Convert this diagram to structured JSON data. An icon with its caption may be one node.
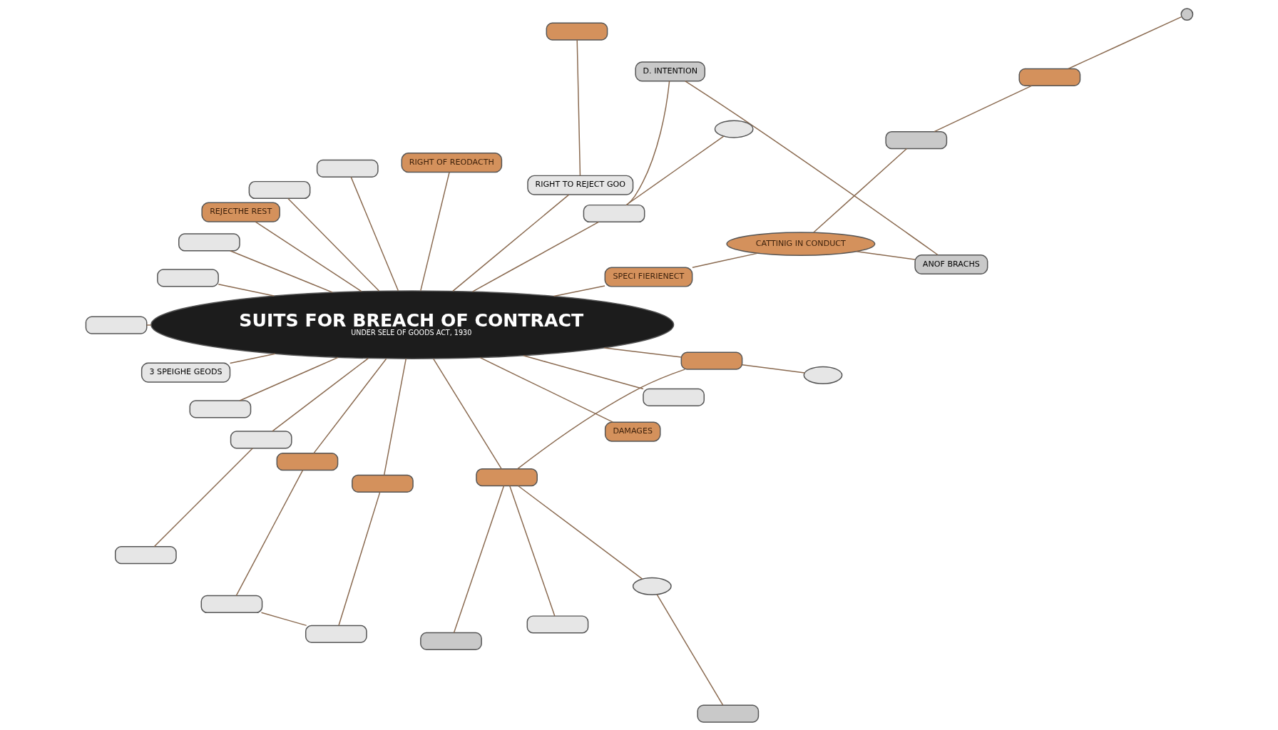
{
  "diagram": {
    "nodes": [
      {
        "text": [
          "SUITS FOR BREACH OF CONTRACT",
          "UNDER SELE OF GOODS ACT, 1930"
        ]
      },
      {
        "text": [
          "ANOF BRACHS"
        ]
      },
      {
        "text": [
          "CATTINIG IN CONDUCT"
        ]
      },
      {
        "text": [
          "SPECI FIERIENECT"
        ]
      },
      {
        "text": [],
        "shape": "box"
      },
      {
        "text": [],
        "shape": "box"
      },
      {
        "text": [],
        "shape": "circle"
      },
      {
        "text": [
          "D. INTENTION"
        ]
      },
      {
        "text": [],
        "shape": "ellipse"
      },
      {
        "text": [],
        "shape": "box"
      },
      {
        "text": [
          "RIGHT TO REJECT GOO"
        ]
      },
      {
        "text": [],
        "shape": "box"
      },
      {
        "text": [
          "RIGHT OF REODACTH"
        ]
      },
      {
        "text": [],
        "shape": "box"
      },
      {
        "text": [],
        "shape": "box"
      },
      {
        "text": [
          "REJECTHE REST"
        ]
      },
      {
        "text": [],
        "shape": "box"
      },
      {
        "text": [],
        "shape": "box"
      },
      {
        "text": [],
        "shape": "box"
      },
      {
        "text": [
          "3 SPEIGHE GEODS"
        ]
      },
      {
        "text": [],
        "shape": "box"
      },
      {
        "text": [],
        "shape": "box"
      },
      {
        "text": [],
        "shape": "box"
      },
      {
        "text": [],
        "shape": "box"
      },
      {
        "text": [],
        "shape": "box"
      },
      {
        "text": [],
        "shape": "box"
      },
      {
        "text": [],
        "shape": "box"
      },
      {
        "text": [],
        "shape": "box"
      },
      {
        "text": [
          "DAMAGES"
        ]
      },
      {
        "text": [],
        "shape": "box"
      },
      {
        "text": [],
        "shape": "box"
      },
      {
        "text": [],
        "shape": "ellipse"
      },
      {
        "text": [],
        "shape": "box"
      },
      {
        "text": [],
        "shape": "box"
      },
      {
        "text": [],
        "shape": "ellipse"
      },
      {
        "text": [],
        "shape": "box"
      }
    ],
    "edges": [
      {
        "from": 0,
        "to": 3,
        "arrow": "none"
      },
      {
        "from": 3,
        "to": 2,
        "arrow": "none"
      },
      {
        "from": 2,
        "to": 1,
        "arrow": "none"
      },
      {
        "from": 1,
        "to": 7,
        "arrow": "none"
      },
      {
        "from": 2,
        "to": 5,
        "arrow": "none"
      },
      {
        "from": 5,
        "to": 4,
        "arrow": "none"
      },
      {
        "from": 4,
        "to": 6,
        "arrow": "none"
      },
      {
        "from": 0,
        "to": 12,
        "arrow": "none"
      },
      {
        "from": 0,
        "to": 13,
        "arrow": "none"
      },
      {
        "from": 0,
        "to": 14,
        "arrow": "none"
      },
      {
        "from": 0,
        "to": 15,
        "arrow": "none"
      },
      {
        "from": 0,
        "to": 16,
        "arrow": "none"
      },
      {
        "from": 0,
        "to": 17,
        "arrow": "none"
      },
      {
        "from": 0,
        "to": 18,
        "arrow": "none"
      },
      {
        "from": 0,
        "to": 19,
        "arrow": "none"
      },
      {
        "from": 0,
        "to": 20,
        "arrow": "none"
      },
      {
        "from": 0,
        "to": 21,
        "arrow": "none"
      },
      {
        "from": 21,
        "to": 22,
        "arrow": "none"
      },
      {
        "from": 0,
        "to": 25,
        "arrow": "none"
      },
      {
        "from": 23,
        "to": 25,
        "arrow": "none"
      },
      {
        "from": 23,
        "to": 24,
        "arrow": "none"
      },
      {
        "from": 24,
        "to": 26,
        "arrow": "none"
      },
      {
        "from": 0,
        "to": 26,
        "arrow": "none"
      },
      {
        "from": 0,
        "to": 27,
        "arrow": "none"
      },
      {
        "from": 27,
        "to": 33,
        "arrow": "none"
      },
      {
        "from": 27,
        "to": 34,
        "arrow": "none"
      },
      {
        "from": 34,
        "to": 35,
        "arrow": "none"
      },
      {
        "from": 27,
        "to": 32,
        "arrow": "none"
      },
      {
        "from": 0,
        "to": 30,
        "arrow": "none"
      },
      {
        "from": 30,
        "to": 27,
        "arrow": "none"
      },
      {
        "from": 30,
        "to": 31,
        "arrow": "none"
      },
      {
        "from": 0,
        "to": 29,
        "arrow": "none"
      },
      {
        "from": 0,
        "to": 28,
        "arrow": "none"
      },
      {
        "from": 0,
        "to": 10,
        "arrow": "none"
      },
      {
        "from": 10,
        "to": 11,
        "arrow": "none"
      },
      {
        "from": 0,
        "to": 9,
        "arrow": "none"
      },
      {
        "from": 9,
        "to": 8,
        "arrow": "none"
      },
      {
        "from": 7,
        "to": 9,
        "arrow": "none"
      }
    ]
  }
}
